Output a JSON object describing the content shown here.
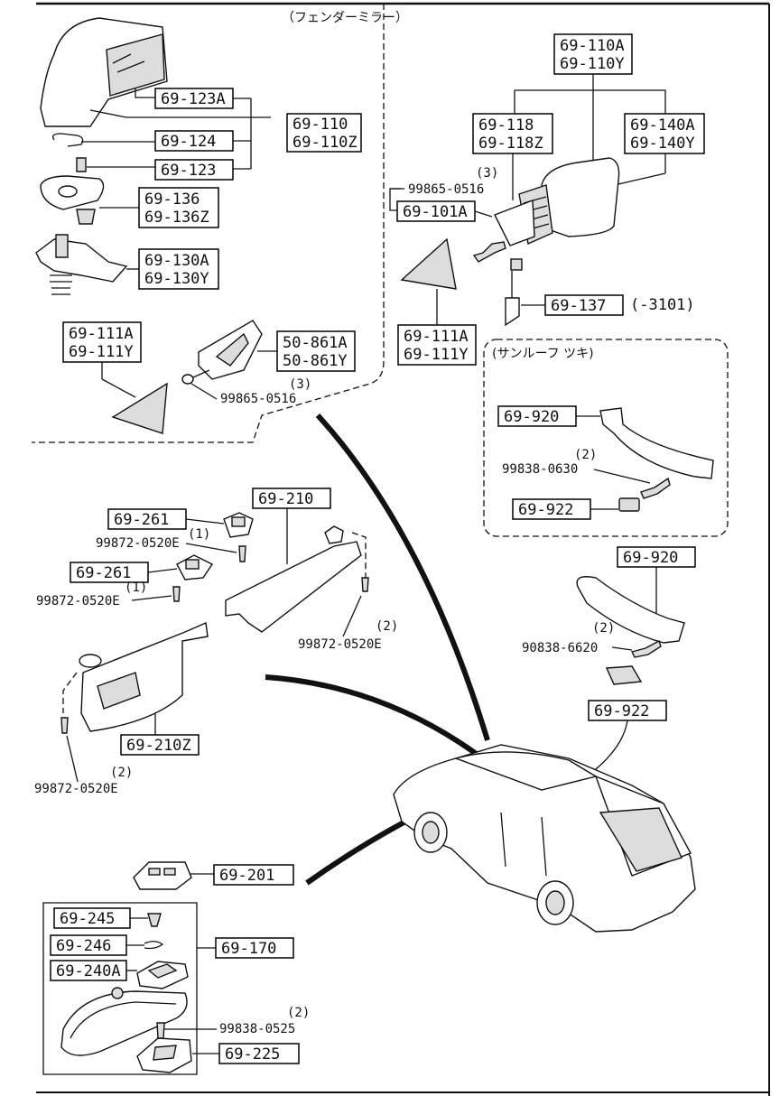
{
  "regions": {
    "fender_mirror": "（フェンダーミラー）",
    "sunroof": "(サンルーフ ツキ)"
  },
  "labels": {
    "l69_123A": "69-123A",
    "l69_110_pair": [
      "69-110",
      "69-110Z"
    ],
    "l69_124": "69-124",
    "l69_123": "69-123",
    "l69_136_pair": [
      "69-136",
      "69-136Z"
    ],
    "l69_130_pair": [
      "69-130A",
      "69-130Y"
    ],
    "l69_111_left_pair": [
      "69-111A",
      "69-111Y"
    ],
    "l50_861_pair": [
      "50-861A",
      "50-861Y"
    ],
    "screw_99865_left": "99865-0516",
    "qty_99865_left": "(3)",
    "l69_110A_pair": [
      "69-110A",
      "69-110Y"
    ],
    "l69_118_pair": [
      "69-118",
      "69-118Z"
    ],
    "l69_140_pair": [
      "69-140A",
      "69-140Y"
    ],
    "screw_99865_right": "99865-0516",
    "qty_99865_right": "(3)",
    "l69_101A": "69-101A",
    "l69_137": "69-137",
    "l69_137_note": "(-3101)",
    "l69_111_right_pair": [
      "69-111A",
      "69-111Y"
    ],
    "l69_920_sunroof": "69-920",
    "screw_99838_0630": "99838-0630",
    "qty_99838_0630": "(2)",
    "l69_922_sunroof": "69-922",
    "l69_210": "69-210",
    "l69_261_top": "69-261",
    "screw_99872_a": "99872-0520E",
    "qty_99872_a": "(1)",
    "l69_261_bottom": "69-261",
    "screw_99872_b": "99872-0520E",
    "qty_99872_b": "(1)",
    "screw_99872_c": "99872-0520E",
    "qty_99872_c": "(2)",
    "l69_210Z": "69-210Z",
    "screw_99872_d": "99872-0520E",
    "qty_99872_d": "(2)",
    "l69_920": "69-920",
    "screw_90838_6620": "90838-6620",
    "qty_90838_6620": "(2)",
    "l69_922": "69-922",
    "l69_201": "69-201",
    "l69_245": "69-245",
    "l69_246": "69-246",
    "l69_240A": "69-240A",
    "l69_170": "69-170",
    "screw_99838_0525": "99838-0525",
    "qty_99838_0525": "(2)",
    "l69_225": "69-225"
  }
}
